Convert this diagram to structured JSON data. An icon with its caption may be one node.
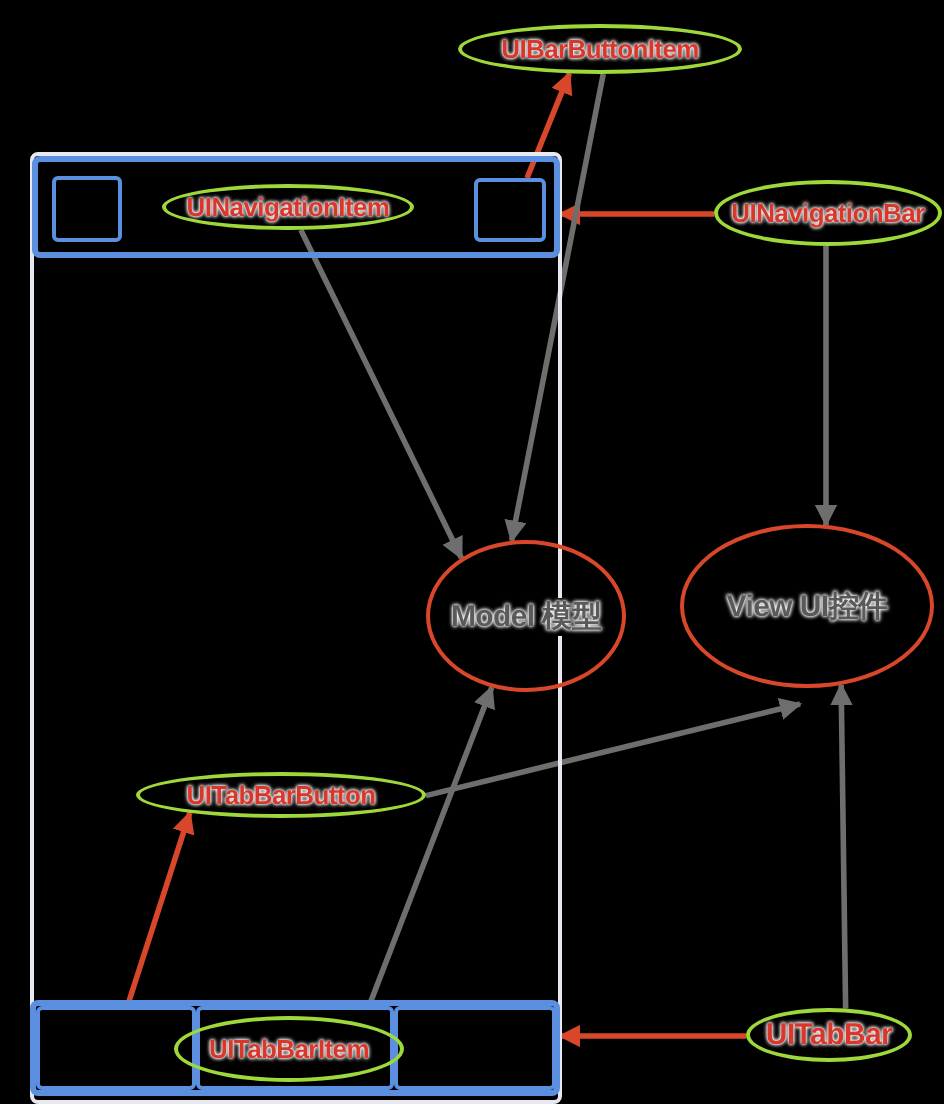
{
  "diagram": {
    "nodes": [
      {
        "text": [],
        "shape": "box"
      },
      {
        "text": [],
        "shape": "box",
        "in": 0
      },
      {
        "text": [],
        "shape": "box",
        "in": 1
      },
      {
        "text": [],
        "shape": "box",
        "in": 1
      },
      {
        "text": [
          "UINavigationItem"
        ],
        "in": 1
      },
      {
        "text": [
          "UIBarButtonItem"
        ]
      },
      {
        "text": [
          "UINavigationBar"
        ]
      },
      {
        "text": [
          "Model 模型"
        ]
      },
      {
        "text": [
          "View UI控件"
        ]
      },
      {
        "text": [
          "UITabBarButton"
        ],
        "in": 0
      },
      {
        "text": [],
        "shape": "box",
        "in": 0
      },
      {
        "text": [],
        "shape": "box",
        "in": 10
      },
      {
        "text": [],
        "shape": "box",
        "in": 10
      },
      {
        "text": [],
        "shape": "box",
        "in": 10
      },
      {
        "text": [
          "UITabBarItem"
        ],
        "in": 10
      },
      {
        "text": [
          "UITabBar"
        ]
      }
    ],
    "edges": [
      {
        "from": 3,
        "to": 5,
        "arrow": "to",
        "color": "#d9472b"
      },
      {
        "from": 6,
        "to": 1,
        "arrow": "to",
        "color": "#d9472b"
      },
      {
        "from": 11,
        "to": 9,
        "arrow": "to",
        "color": "#d9472b"
      },
      {
        "from": 15,
        "to": 10,
        "arrow": "to",
        "color": "#d9472b"
      },
      {
        "from": 4,
        "to": 7,
        "arrow": "to"
      },
      {
        "from": 5,
        "to": 7,
        "arrow": "to"
      },
      {
        "from": 6,
        "to": 8,
        "arrow": "to"
      },
      {
        "from": 9,
        "to": 8,
        "arrow": "to"
      },
      {
        "from": 12,
        "to": 7,
        "arrow": "to"
      },
      {
        "from": 15,
        "to": 8,
        "arrow": "to"
      }
    ]
  }
}
